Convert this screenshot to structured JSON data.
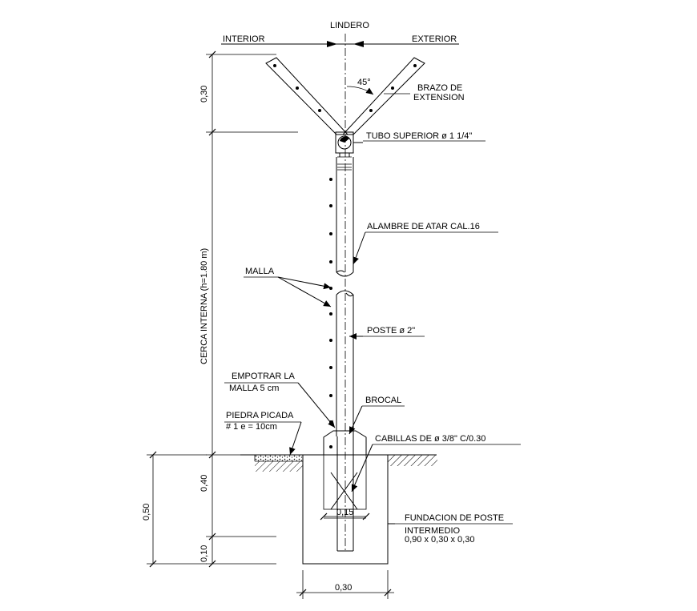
{
  "labels": {
    "lindero": "LINDERO",
    "interior": "INTERIOR",
    "exterior": "EXTERIOR",
    "angle": "45°",
    "brazo_1": "BRAZO DE",
    "brazo_2": "EXTENSION",
    "tubo_superior": "TUBO SUPERIOR ø 1 1/4\"",
    "alambre": "ALAMBRE DE ATAR CAL.16",
    "malla": "MALLA",
    "poste": "POSTE ø 2\"",
    "empotrar_1": "EMPOTRAR LA",
    "empotrar_2": "MALLA 5 cm",
    "brocal": "BROCAL",
    "piedra_1": "PIEDRA PICADA",
    "piedra_2": "# 1  e = 10cm",
    "cabillas": "CABILLAS DE ø 3/8\" C/0.30",
    "fundacion_1": "FUNDACION DE POSTE",
    "fundacion_2": "INTERMEDIO",
    "fundacion_3": "0,90 x 0,30 x 0,30"
  },
  "dimensions": {
    "arm_height": "0,30",
    "fence_height": "CERCA INTERNA (h=1.80 m)",
    "embed_depth": "0,40",
    "base_depth": "0,10",
    "total_foundation": "0,50",
    "pipe_width": "0,15",
    "foundation_width": "0,30"
  }
}
